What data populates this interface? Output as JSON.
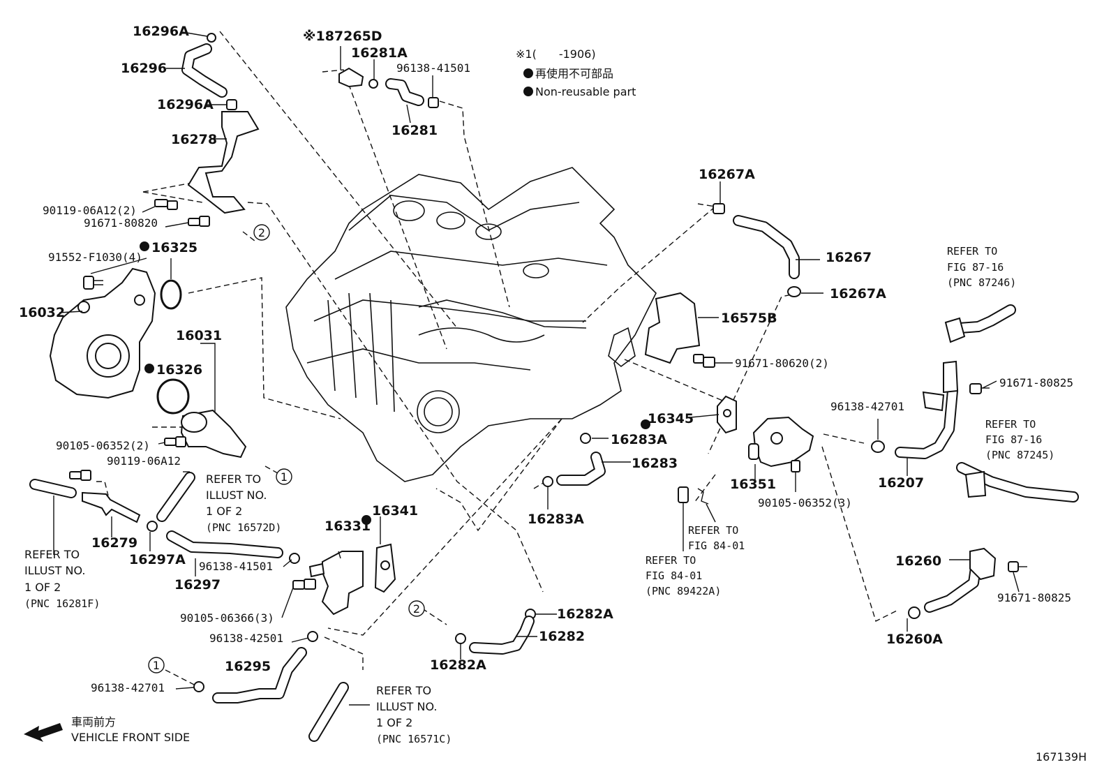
{
  "header_note": {
    "symbol_line": "※1(　　-1906)",
    "legend_ja": "再使用不可部品",
    "legend_en": "Non-reusable part"
  },
  "parts": [
    {
      "id": "16296A_top",
      "label": "16296A"
    },
    {
      "id": "16296",
      "label": "16296"
    },
    {
      "id": "16296A_bot",
      "label": "16296A"
    },
    {
      "id": "16278",
      "label": "16278"
    },
    {
      "id": "90119-06A12x2",
      "label": "90119-06A12(2)"
    },
    {
      "id": "91671-80820",
      "label": "91671-80820"
    },
    {
      "id": "91552-F1030",
      "label": "91552-F1030(4)"
    },
    {
      "id": "16325",
      "label": "16325"
    },
    {
      "id": "16032",
      "label": "16032"
    },
    {
      "id": "16031",
      "label": "16031"
    },
    {
      "id": "16326",
      "label": "16326"
    },
    {
      "id": "90105-06352x2",
      "label": "90105-06352(2)"
    },
    {
      "id": "90119-06A12",
      "label": "90119-06A12"
    },
    {
      "id": "16279",
      "label": "16279"
    },
    {
      "id": "16297A",
      "label": "16297A"
    },
    {
      "id": "16297",
      "label": "16297"
    },
    {
      "id": "96138-41501_a",
      "label": "96138-41501"
    },
    {
      "id": "90105-06366x3",
      "label": "90105-06366(3)"
    },
    {
      "id": "96138-42501",
      "label": "96138-42501"
    },
    {
      "id": "16295",
      "label": "16295"
    },
    {
      "id": "96138-42701_a",
      "label": "96138-42701"
    },
    {
      "id": "16331",
      "label": "16331"
    },
    {
      "id": "16341",
      "label": "16341"
    },
    {
      "id": "87265D",
      "label": "※187265D"
    },
    {
      "id": "16281A",
      "label": "16281A"
    },
    {
      "id": "96138-41501_b",
      "label": "96138-41501"
    },
    {
      "id": "16281",
      "label": "16281"
    },
    {
      "id": "16267A_top",
      "label": "16267A"
    },
    {
      "id": "16267",
      "label": "16267"
    },
    {
      "id": "16267A_bot",
      "label": "16267A"
    },
    {
      "id": "16575B",
      "label": "16575B"
    },
    {
      "id": "91671-80620",
      "label": "91671-80620(2)"
    },
    {
      "id": "16345",
      "label": "16345"
    },
    {
      "id": "16283A_top",
      "label": "16283A"
    },
    {
      "id": "16283",
      "label": "16283"
    },
    {
      "id": "16283A_bot",
      "label": "16283A"
    },
    {
      "id": "16351",
      "label": "16351"
    },
    {
      "id": "90105-06352x3",
      "label": "90105-06352(3)"
    },
    {
      "id": "96138-42701_b",
      "label": "96138-42701"
    },
    {
      "id": "16207",
      "label": "16207"
    },
    {
      "id": "91671-80825_a",
      "label": "91671-80825"
    },
    {
      "id": "16260",
      "label": "16260"
    },
    {
      "id": "91671-80825_b",
      "label": "91671-80825"
    },
    {
      "id": "16260A",
      "label": "16260A"
    },
    {
      "id": "16282A_top",
      "label": "16282A"
    },
    {
      "id": "16282",
      "label": "16282"
    },
    {
      "id": "16282A_bot",
      "label": "16282A"
    }
  ],
  "circle_refs": {
    "two": "2",
    "one": "1"
  },
  "refer_notes": {
    "r1": [
      "REFER TO",
      "ILLUST NO.",
      "1 OF 2",
      "(PNC 16572D)"
    ],
    "r2": [
      "REFER TO",
      "ILLUST NO.",
      "1 OF 2",
      "(PNC 16281F)"
    ],
    "r3": [
      "REFER TO",
      "ILLUST NO.",
      "1 OF 2",
      "(PNC 16571C)"
    ],
    "r4": [
      "REFER TO",
      "FIG 87-16",
      "(PNC 87246)"
    ],
    "r5": [
      "REFER TO",
      "FIG 87-16",
      "(PNC 87245)"
    ],
    "r6": [
      "REFER TO",
      "FIG 84-01"
    ],
    "r7": [
      "REFER TO",
      "FIG 84-01",
      "(PNC 89422A)"
    ]
  },
  "front_side": {
    "ja": "車両前方",
    "en": "VEHICLE FRONT SIDE"
  },
  "figure_id": "167139H"
}
